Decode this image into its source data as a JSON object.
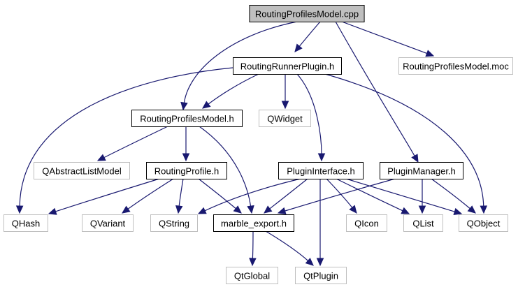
{
  "diagram": {
    "title": "RoutingProfilesModel.cpp",
    "type": "include-dependency-graph",
    "colors": {
      "edge": "#191970",
      "main_fill": "#bfbfbf",
      "local_border": "#000000",
      "external_border": "#bfbfbf"
    },
    "nodes": [
      {
        "id": "cpp",
        "label": "RoutingProfilesModel.cpp",
        "kind": "main"
      },
      {
        "id": "rrp",
        "label": "RoutingRunnerPlugin.h",
        "kind": "local"
      },
      {
        "id": "moc",
        "label": "RoutingProfilesModel.moc",
        "kind": "external"
      },
      {
        "id": "rpm",
        "label": "RoutingProfilesModel.h",
        "kind": "local"
      },
      {
        "id": "qwidget",
        "label": "QWidget",
        "kind": "external"
      },
      {
        "id": "qalm",
        "label": "QAbstractListModel",
        "kind": "external"
      },
      {
        "id": "rp",
        "label": "RoutingProfile.h",
        "kind": "local"
      },
      {
        "id": "pi",
        "label": "PluginInterface.h",
        "kind": "local"
      },
      {
        "id": "pm",
        "label": "PluginManager.h",
        "kind": "local"
      },
      {
        "id": "qhash",
        "label": "QHash",
        "kind": "external"
      },
      {
        "id": "qvariant",
        "label": "QVariant",
        "kind": "external"
      },
      {
        "id": "qstring",
        "label": "QString",
        "kind": "external"
      },
      {
        "id": "me",
        "label": "marble_export.h",
        "kind": "local"
      },
      {
        "id": "qicon",
        "label": "QIcon",
        "kind": "external"
      },
      {
        "id": "qlist",
        "label": "QList",
        "kind": "external"
      },
      {
        "id": "qobject",
        "label": "QObject",
        "kind": "external"
      },
      {
        "id": "qtglobal",
        "label": "QtGlobal",
        "kind": "external"
      },
      {
        "id": "qtplugin",
        "label": "QtPlugin",
        "kind": "external"
      }
    ],
    "edges": [
      [
        "cpp",
        "rrp"
      ],
      [
        "cpp",
        "moc"
      ],
      [
        "cpp",
        "rpm"
      ],
      [
        "cpp",
        "pm"
      ],
      [
        "rrp",
        "rpm"
      ],
      [
        "rrp",
        "qwidget"
      ],
      [
        "rrp",
        "pi"
      ],
      [
        "rrp",
        "qhash"
      ],
      [
        "rrp",
        "qobject"
      ],
      [
        "rpm",
        "qalm"
      ],
      [
        "rpm",
        "rp"
      ],
      [
        "rpm",
        "me"
      ],
      [
        "rp",
        "qhash"
      ],
      [
        "rp",
        "qvariant"
      ],
      [
        "rp",
        "qstring"
      ],
      [
        "rp",
        "me"
      ],
      [
        "pi",
        "qstring"
      ],
      [
        "pi",
        "me"
      ],
      [
        "pi",
        "qicon"
      ],
      [
        "pi",
        "qlist"
      ],
      [
        "pi",
        "qobject"
      ],
      [
        "pi",
        "qtplugin"
      ],
      [
        "pm",
        "me"
      ],
      [
        "pm",
        "qlist"
      ],
      [
        "pm",
        "qobject"
      ],
      [
        "me",
        "qtglobal"
      ],
      [
        "me",
        "qtplugin"
      ]
    ]
  }
}
